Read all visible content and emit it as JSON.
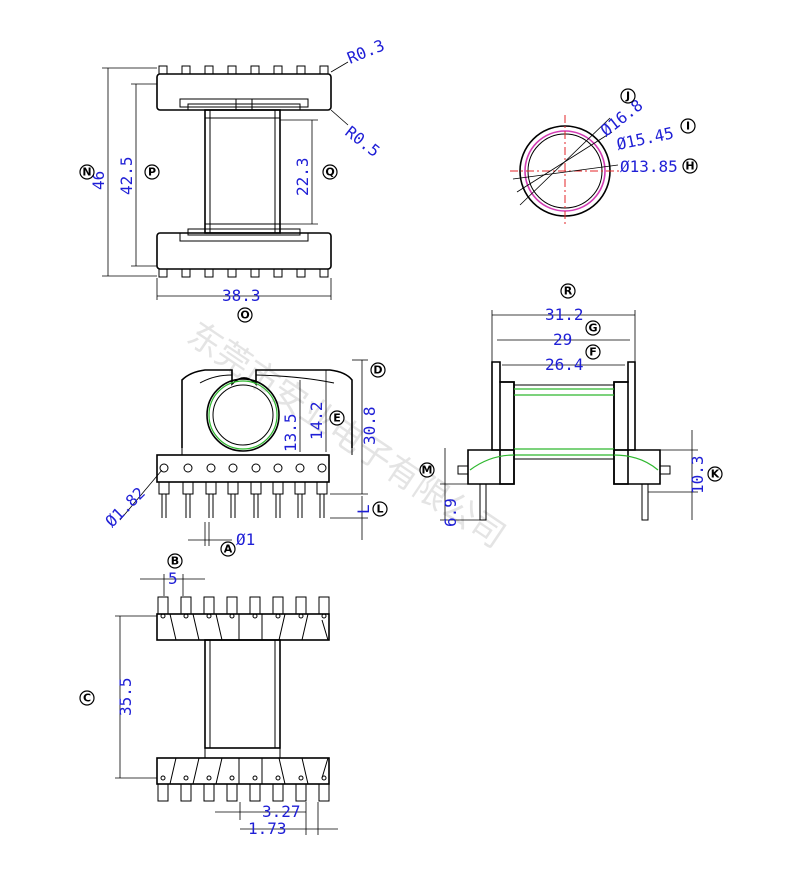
{
  "watermark": "东莞市安业电子有限公司",
  "dims": {
    "r03": "R0.3",
    "r05": "R0.5",
    "d46": "46",
    "d42_5": "42.5",
    "d22_3": "22.3",
    "d38_3": "38.3",
    "d16_8": "Ø16.8",
    "d15_45": "Ø15.45",
    "d13_85": "Ø13.85",
    "d31_2": "31.2",
    "d29": "29",
    "d26_4": "26.4",
    "d13_5": "13.5",
    "d14_2": "14.2",
    "d30_8": "30.8",
    "d1_82": "Ø1.82",
    "dL": "L",
    "d1": "Ø1",
    "d10_3": "10.3",
    "d6_9": "6.9",
    "d5": "5",
    "d35_5": "35.5",
    "d3_27": "3.27",
    "d1_73": "1.73"
  },
  "tags": {
    "N": "N",
    "P": "P",
    "Q": "Q",
    "O": "O",
    "J": "J",
    "I": "I",
    "H": "H",
    "R": "R",
    "G": "G",
    "F": "F",
    "D": "D",
    "E": "E",
    "L": "L",
    "A": "A",
    "M": "M",
    "K": "K",
    "B": "B",
    "C": "C"
  }
}
